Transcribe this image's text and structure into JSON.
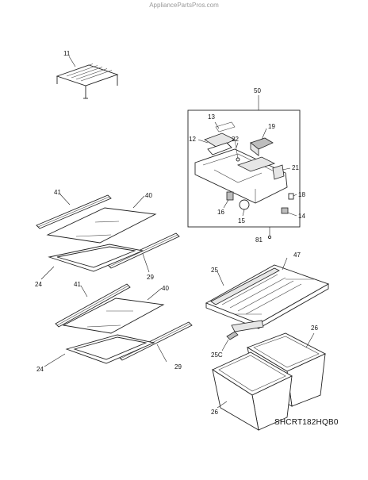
{
  "watermark": "AppliancePartsPros.com",
  "model_code": "SHCRT182HQB0",
  "callouts": {
    "c11": "11",
    "c50": "50",
    "c13": "13",
    "c19": "19",
    "c12": "12",
    "c22": "22",
    "c21": "21",
    "c18": "18",
    "c16": "16",
    "c15": "15",
    "c14": "14",
    "c81": "81",
    "c41a": "41",
    "c40a": "40",
    "c29a": "29",
    "c24a": "24",
    "c41b": "41",
    "c40b": "40",
    "c29b": "29",
    "c24b": "24",
    "c47": "47",
    "c25": "25",
    "c26a": "26",
    "c25c": "25C",
    "c26b": "26"
  }
}
